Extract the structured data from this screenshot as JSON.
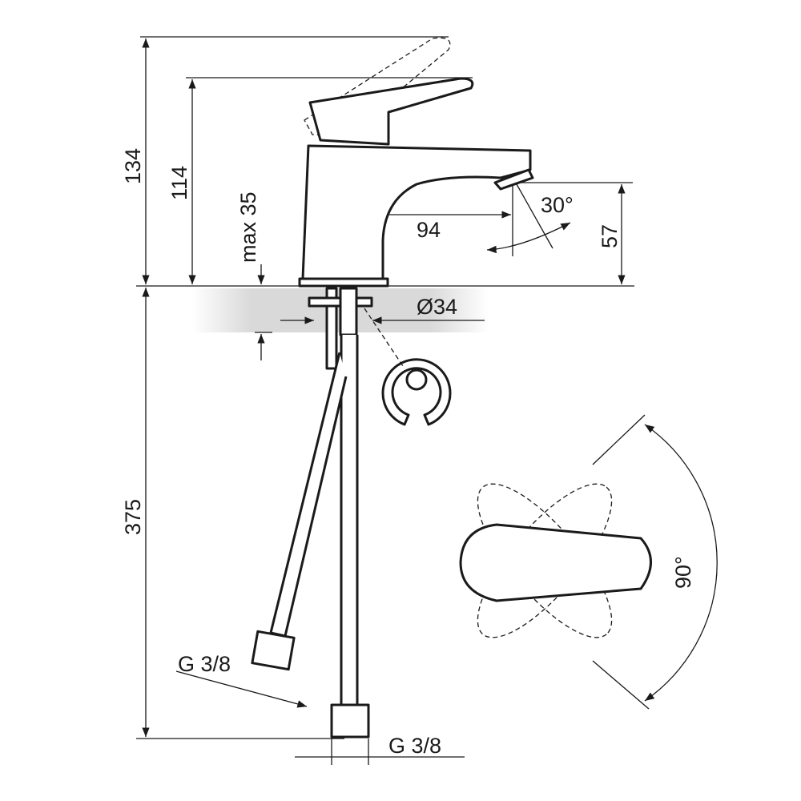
{
  "dimensions": {
    "total_height": "134",
    "spout_height": "114",
    "max_counter_thickness": "max 35",
    "spout_reach": "94",
    "spout_angle": "30°",
    "spout_outlet_height": "57",
    "hole_diameter": "Ø34",
    "hose_length": "375",
    "hose_thread_left": "G 3/8",
    "hose_thread_bottom": "G 3/8",
    "lever_rotation": "90°"
  },
  "colors": {
    "line": "#1a1a1a",
    "counter": "#d9d9d9"
  }
}
